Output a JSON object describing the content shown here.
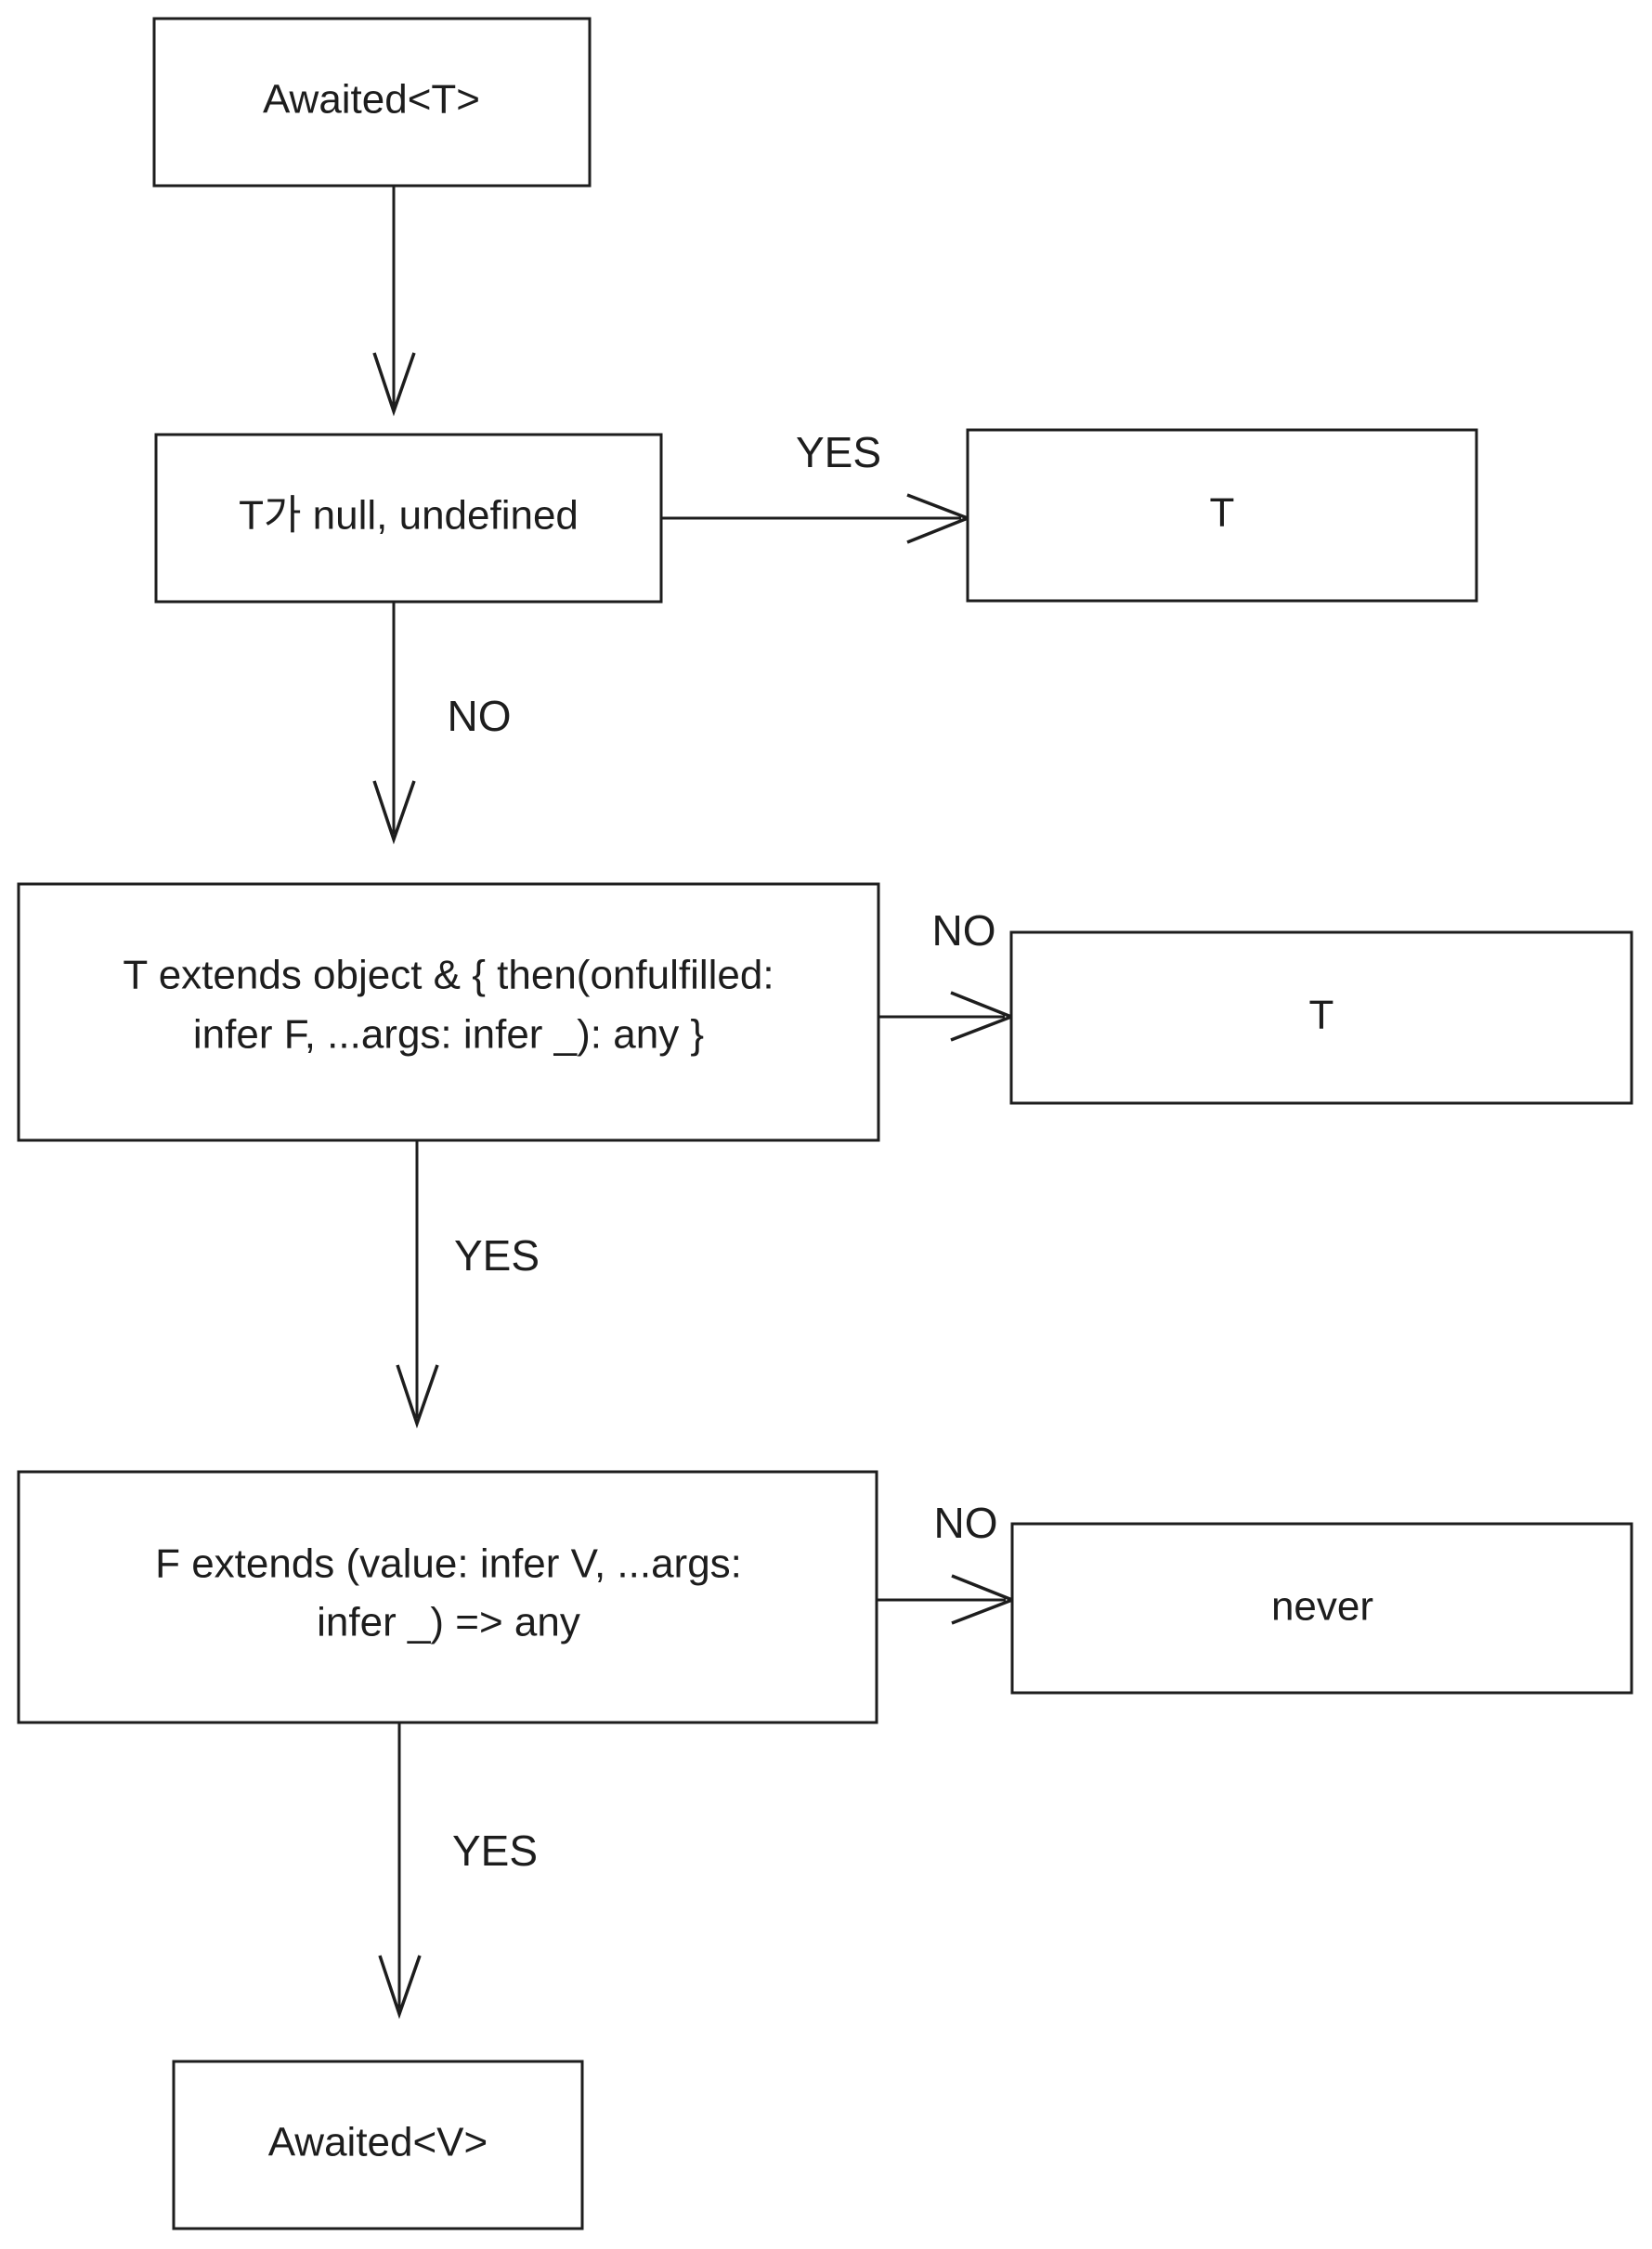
{
  "diagram": {
    "type": "flowchart",
    "orientation": "top-to-bottom",
    "background_color": "#ffffff",
    "line_color": "#1d1d1d",
    "box_fill_color": "#ffffff",
    "nodes": [
      {
        "id": "awaited-t",
        "label": "Awaited<T>",
        "lines": [
          "Awaited<T>"
        ],
        "shape": "rectangle"
      },
      {
        "id": "t-nullish",
        "label": "T가 null, undefined",
        "lines": [
          "T가 null, undefined"
        ],
        "shape": "rectangle"
      },
      {
        "id": "result-t-1",
        "label": "T",
        "lines": [
          "T"
        ],
        "shape": "rectangle"
      },
      {
        "id": "t-thenable",
        "label": "T extends object & { then(onfulfilled: infer F, ...args: infer _): any }",
        "lines": [
          "T extends object & { then(onfulfilled:",
          "infer F, ...args: infer _): any }"
        ],
        "shape": "rectangle"
      },
      {
        "id": "result-t-2",
        "label": "T",
        "lines": [
          "T"
        ],
        "shape": "rectangle"
      },
      {
        "id": "f-callable",
        "label": "F extends (value: infer V, ...args: infer _) => any",
        "lines": [
          "F extends (value: infer V, ...args:",
          "infer _) => any"
        ],
        "shape": "rectangle"
      },
      {
        "id": "result-never",
        "label": "never",
        "lines": [
          "never"
        ],
        "shape": "rectangle"
      },
      {
        "id": "awaited-v",
        "label": "Awaited<V>",
        "lines": [
          "Awaited<V>"
        ],
        "shape": "rectangle"
      }
    ],
    "edges": [
      {
        "id": "e1",
        "from": "awaited-t",
        "to": "t-nullish",
        "label": "",
        "direction": "down"
      },
      {
        "id": "e2",
        "from": "t-nullish",
        "to": "result-t-1",
        "label": "YES",
        "direction": "right"
      },
      {
        "id": "e3",
        "from": "t-nullish",
        "to": "t-thenable",
        "label": "NO",
        "direction": "down"
      },
      {
        "id": "e4",
        "from": "t-thenable",
        "to": "result-t-2",
        "label": "NO",
        "direction": "right"
      },
      {
        "id": "e5",
        "from": "t-thenable",
        "to": "f-callable",
        "label": "YES",
        "direction": "down"
      },
      {
        "id": "e6",
        "from": "f-callable",
        "to": "result-never",
        "label": "NO",
        "direction": "right"
      },
      {
        "id": "e7",
        "from": "f-callable",
        "to": "awaited-v",
        "label": "YES",
        "direction": "down"
      }
    ]
  }
}
